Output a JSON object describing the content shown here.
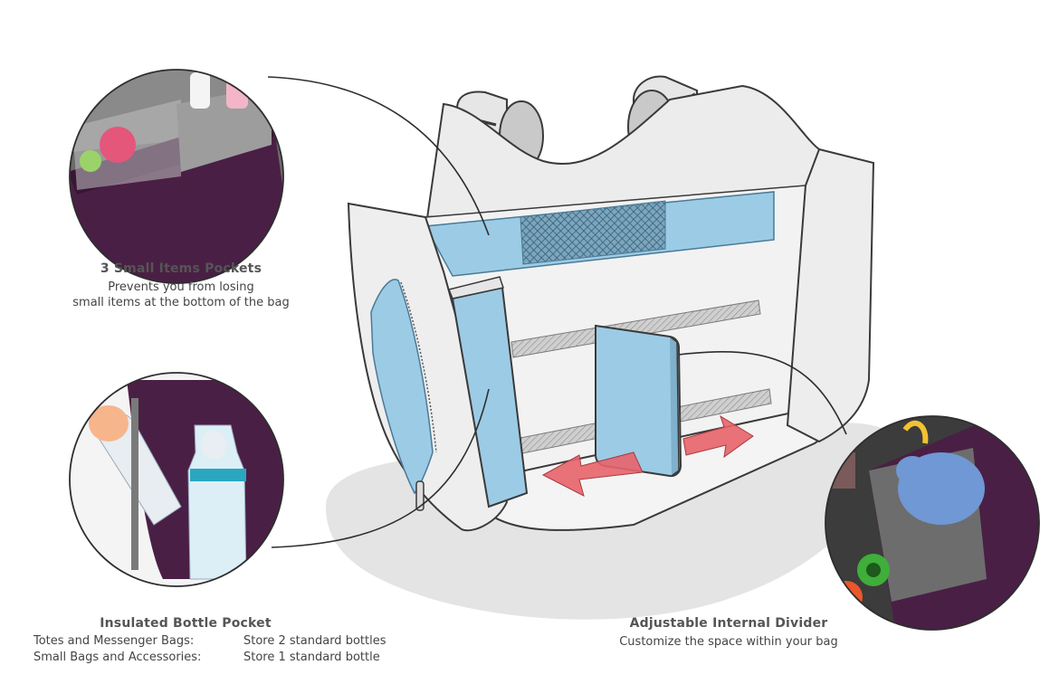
{
  "colors": {
    "pocket_blue": "#9ccbe6",
    "bag_purple": "#4a1f45",
    "arrow_red": "#e8636a",
    "bag_outline": "#3a3a3a",
    "shadow_grey": "#e4e4e4"
  },
  "features": {
    "small_pockets": {
      "title": "3 Small Items Pockets",
      "line1": "Prevents you from losing",
      "line2": "small items at the bottom of the bag"
    },
    "bottle_pocket": {
      "title": "Insulated Bottle Pocket",
      "rows": [
        {
          "label": "Totes and Messenger Bags:",
          "value": "Store 2 standard bottles"
        },
        {
          "label": "Small Bags and Accessories:",
          "value": "Store 1 standard bottle"
        }
      ]
    },
    "divider": {
      "title": "Adjustable Internal Divider",
      "line1": "Customize the space within your bag"
    }
  }
}
